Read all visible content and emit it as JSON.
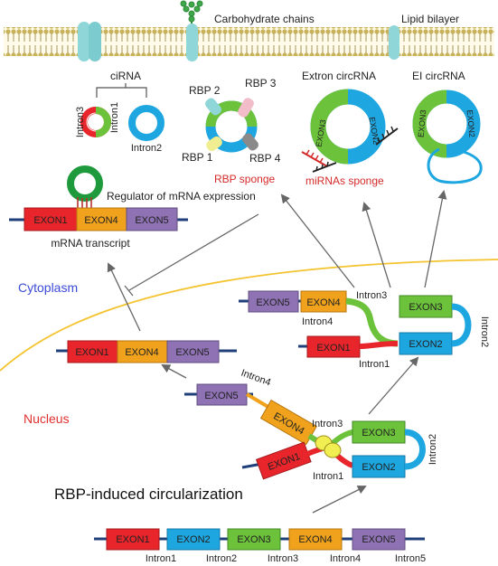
{
  "membrane": {
    "carbohydrate_label": "Carbohydrate chains",
    "lipid_label": "Lipid bilayer"
  },
  "cirna": {
    "title": "ciRNA",
    "intron3": "Intron3",
    "intron1": "Intron1",
    "intron2": "Intron2"
  },
  "rbp_sponge": {
    "rbp1": "RBP 1",
    "rbp2": "RBP 2",
    "rbp3": "RBP 3",
    "rbp4": "RBP 4",
    "caption": "RBP sponge"
  },
  "extron": {
    "title": "Extron  circRNA",
    "exon3": "EXON3",
    "exon2": "EXON2",
    "caption": "miRNAs sponge"
  },
  "ei": {
    "title": "EI circRNA",
    "exon3": "EXON3",
    "exon2": "EXON2"
  },
  "regulator": {
    "label": "Regulator of mRNA expression",
    "exon1": "EXON1",
    "exon4": "EXON4",
    "exon5": "EXON5",
    "caption": "mRNA  transcript"
  },
  "compartments": {
    "cytoplasm": "Cytoplasm",
    "nucleus": "Nucleus"
  },
  "cyto_complex": {
    "exon5": "EXON5",
    "exon4": "EXON4",
    "exon3": "EXON3",
    "exon2": "EXON2",
    "exon1": "EXON1",
    "intron3": "Intron3",
    "intron4": "Intron4",
    "intron1": "Intron1",
    "intron2": "Intron2"
  },
  "nuc_mrna": {
    "exon1": "EXON1",
    "exon4": "EXON4",
    "exon5": "EXON5"
  },
  "rbp_complex": {
    "exon5": "EXON5",
    "exon4": "EXON4",
    "exon3": "EXON3",
    "exon2": "EXON2",
    "exon1": "EXON1",
    "intron4": "Intron4",
    "intron3": "Intron3",
    "intron1": "Intron1",
    "intron2": "Intron2"
  },
  "title": "RBP-induced circularization",
  "pre_mrna": {
    "exons": [
      "EXON1",
      "EXON2",
      "EXON3",
      "EXON4",
      "EXON5"
    ],
    "introns": [
      "Intron1",
      "Intron2",
      "Intron3",
      "Intron4",
      "Intron5"
    ]
  },
  "colors": {
    "exon1": "#e8252b",
    "exon2": "#1ea6e0",
    "exon3": "#6cc23a",
    "exon4": "#f0a21c",
    "exon5": "#8e72b3",
    "boundary": "#f4c430",
    "cytoplasm_text": "#3b4bd8",
    "nucleus_text": "#e03030",
    "caption_red": "#d42a2a"
  }
}
